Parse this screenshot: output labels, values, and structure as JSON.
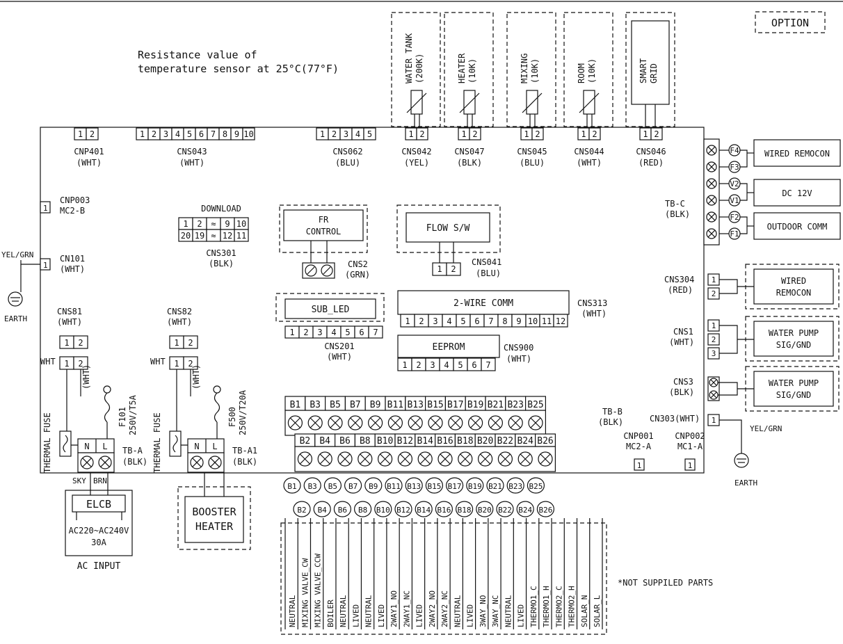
{
  "header": {
    "option": "OPTION",
    "resistance_line1": "Resistance value of",
    "resistance_line2": "temperature sensor at 25°C(77°F)"
  },
  "sensors": [
    {
      "line1": "WATER TANK",
      "line2": "(200K)",
      "conn": "CNS042",
      "color": "(YEL)"
    },
    {
      "line1": "HEATER",
      "line2": "(10K)",
      "conn": "CNS047",
      "color": "(BLK)"
    },
    {
      "line1": "MIXING",
      "line2": "(10K)",
      "conn": "CNS045",
      "color": "(BLU)"
    },
    {
      "line1": "ROOM",
      "line2": "(10K)",
      "conn": "CNS044",
      "color": "(WHT)"
    },
    {
      "line1": "SMART",
      "line2": "GRID",
      "conn": "CNS046",
      "color": "(RED)"
    }
  ],
  "top_connectors": [
    {
      "name": "CNP401",
      "color": "(WHT)",
      "pins": [
        "1",
        "2"
      ]
    },
    {
      "name": "CNS043",
      "color": "(WHT)",
      "pins": [
        "1",
        "2",
        "3",
        "4",
        "5",
        "6",
        "7",
        "8",
        "9",
        "10"
      ]
    },
    {
      "name": "CNS062",
      "color": "(BLU)",
      "pins": [
        "1",
        "2",
        "3",
        "4",
        "5"
      ]
    }
  ],
  "left": {
    "cnp003": "CNP003",
    "cnp003_sub": "MC2-B",
    "yel_grn": "YEL/GRN",
    "cn101": "CN101",
    "cn101_color": "(WHT)",
    "earth": "EARTH"
  },
  "download": {
    "title": "DOWNLOAD",
    "row1": [
      "1",
      "2",
      "≈",
      "9",
      "10"
    ],
    "row2": [
      "20",
      "19",
      "≈",
      "12",
      "11"
    ],
    "conn": "CNS301",
    "color": "(BLK)"
  },
  "fr_control": {
    "line1": "FR",
    "line2": "CONTROL",
    "conn": "CNS2",
    "color": "(GRN)"
  },
  "flow": {
    "label": "FLOW S/W",
    "conn": "CNS041",
    "color": "(BLU)"
  },
  "sub_led": {
    "label": "SUB_LED",
    "conn": "CNS201",
    "color": "(WHT)",
    "pins": [
      "1",
      "2",
      "3",
      "4",
      "5",
      "6",
      "7"
    ]
  },
  "two_wire": {
    "label": "2-WIRE COMM",
    "conn": "CNS313",
    "color": "(WHT)",
    "pins": [
      "1",
      "2",
      "3",
      "4",
      "5",
      "6",
      "7",
      "8",
      "9",
      "10",
      "11",
      "12"
    ]
  },
  "eeprom": {
    "label": "EEPROM",
    "conn": "CNS900",
    "color": "(WHT)",
    "pins": [
      "1",
      "2",
      "3",
      "4",
      "5",
      "6",
      "7"
    ]
  },
  "tb_c": {
    "name": "TB-C",
    "color": "(BLK)",
    "terminals": [
      "F4",
      "F3",
      "V2",
      "V1",
      "F2",
      "F1"
    ],
    "wired_remocon": "WIRED REMOCON",
    "dc12v": "DC 12V",
    "outdoor_comm": "OUTDOOR COMM"
  },
  "right": {
    "cns304": "CNS304",
    "cns304_color": "(RED)",
    "wired_remocon_l1": "WIRED",
    "wired_remocon_l2": "REMOCON",
    "cns1": "CNS1",
    "cns1_color": "(WHT)",
    "cns3": "CNS3",
    "cns3_color": "(BLK)",
    "pump_l1": "WATER PUMP",
    "pump_l2": "SIG/GND",
    "cn303": "CN303(WHT)",
    "yel_grn": "YEL/GRN",
    "earth": "EARTH",
    "cnp001": "CNP001",
    "cnp001_sub": "MC2-A",
    "cnp002": "CNP002",
    "cnp002_sub": "MC1-A"
  },
  "fuse_left": {
    "cns": "CNS81",
    "cns_color": "(WHT)",
    "wht": "WHT",
    "wht2": "(WHT)",
    "thermal": "THERMAL FUSE",
    "fuse": "F101",
    "rating": "250V/T5A",
    "tb": "TB-A",
    "tb_color": "(BLK)",
    "n": "N",
    "l": "L"
  },
  "fuse_right": {
    "cns": "CNS82",
    "cns_color": "(WHT)",
    "wht": "WHT",
    "wht2": "(WHT)",
    "thermal": "THERMAL FUSE",
    "fuse": "F500",
    "rating": "250V/T20A",
    "tb": "TB-A1",
    "tb_color": "(BLK)",
    "n": "N",
    "l": "L"
  },
  "ac_input": {
    "sky": "SKY",
    "brn": "BRN",
    "elcb": "ELCB",
    "range": "AC220~AC240V",
    "amps": "30A",
    "label": "AC INPUT"
  },
  "booster": {
    "line1": "BOOSTER",
    "line2": "HEATER"
  },
  "tb_b": {
    "name": "TB-B",
    "color": "(BLK)",
    "odd": [
      "B1",
      "B3",
      "B5",
      "B7",
      "B9",
      "B11",
      "B13",
      "B15",
      "B17",
      "B19",
      "B21",
      "B23",
      "B25"
    ],
    "even": [
      "B2",
      "B4",
      "B6",
      "B8",
      "B10",
      "B12",
      "B14",
      "B16",
      "B18",
      "B20",
      "B22",
      "B24",
      "B26"
    ]
  },
  "wire_labels": [
    "NEUTRAL",
    "MIXING VALVE_CW",
    "MIXING VALVE_CCW",
    "BOILER",
    "NEUTRAL",
    "LIVED",
    "NEUTRAL",
    "LIVED",
    "2WAY1_NO",
    "2WAY1_NC",
    "LIVED",
    "2WAY2_NO",
    "2WAY2_NC",
    "NEUTRAL",
    "LIVED",
    "3WAY_NO",
    "3WAY_NC",
    "NEUTRAL",
    "LIVED",
    "THERMO1_C",
    "THERMO1_H",
    "THERMO2_C",
    "THERMO2_H",
    "SOLAR_N",
    "SOLAR_L"
  ],
  "footnote": "*NOT SUPPILED PARTS"
}
